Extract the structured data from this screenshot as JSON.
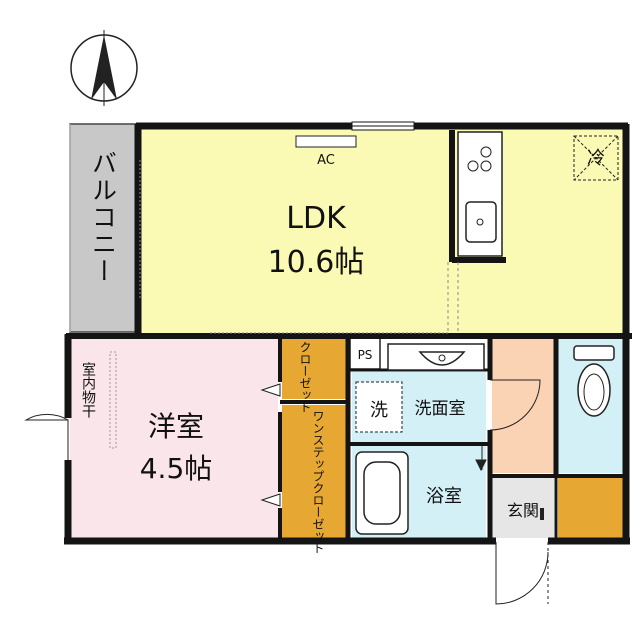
{
  "compass": {
    "north_symbol": "north-arrow"
  },
  "rooms": {
    "balcony": "バルコニー",
    "ldk_name": "LDK",
    "ldk_size": "10.6帖",
    "western_name": "洋室",
    "western_size": "4.5帖",
    "indoor_drying": "室内物干",
    "closet": "クローゼット",
    "walkin_closet": "ワンステップクローゼット",
    "washroom": "洗面室",
    "bathroom": "浴室",
    "entrance": "玄関"
  },
  "symbols": {
    "ac": "AC",
    "ps": "PS",
    "washer": "洗",
    "fridge": "冷"
  },
  "colors": {
    "ldk": "#fafab4",
    "western": "#fae6ea",
    "balcony": "#c8c8c8",
    "closet": "#e6a832",
    "wet_area": "#d2f0f5",
    "hall": "#fad2b4",
    "wall": "#141414"
  }
}
